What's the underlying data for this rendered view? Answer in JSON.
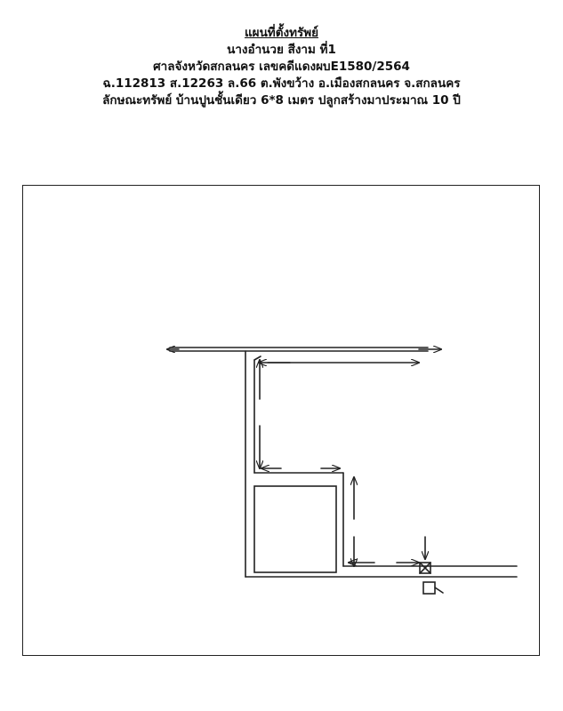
{
  "header": {
    "title": "แผนที่ตั้งทรัพย์",
    "owner": "นางอำนวย สีงาม ที่1",
    "court_case": "ศาลจังหวัดสกลนคร เลขคดีแดงผบE1580/2564",
    "location": "ฉ.112813 ส.12263 ล.66 ต.พังขว้าง อ.เมืองสกลนคร จ.สกลนคร",
    "description": "ลักษณะทรัพย์ บ้านปูนชั้นเดียว 6*8 เมตร ปลูกสร้างมาประมาณ 10 ปี"
  }
}
